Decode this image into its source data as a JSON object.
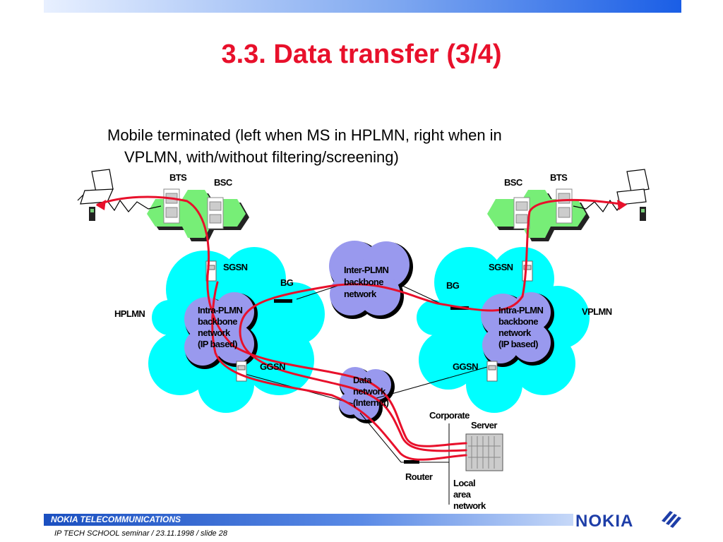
{
  "slide": {
    "title": "3.3. Data transfer (3/4)",
    "subtitle_line1": "Mobile terminated (left when MS in HPLMN, right when in",
    "subtitle_line2": "VPLMN, with/without filtering/screening)"
  },
  "diagram": {
    "left": {
      "bts": "BTS",
      "bsc": "BSC",
      "sgsn": "SGSN",
      "bg": "BG",
      "plmn": "HPLMN",
      "backbone_line1": "Intra-PLMN",
      "backbone_line2": "backbone",
      "backbone_line3": "network",
      "backbone_line4": "(IP based)",
      "ggsn": "GGSN"
    },
    "right": {
      "bts": "BTS",
      "bsc": "BSC",
      "sgsn": "SGSN",
      "bg": "BG",
      "plmn": "VPLMN",
      "backbone_line1": "Intra-PLMN",
      "backbone_line2": "backbone",
      "backbone_line3": "network",
      "backbone_line4": "(IP based)",
      "ggsn": "GGSN"
    },
    "inter_plmn_line1": "Inter-PLMN",
    "inter_plmn_line2": "backbone",
    "inter_plmn_line3": "network",
    "data_network_line1": "Data",
    "data_network_line2": "network",
    "data_network_line3": "(Internet)",
    "corporate": "Corporate",
    "server": "Server",
    "router": "Router",
    "lan_line1": "Local",
    "lan_line2": "area",
    "lan_line3": "network"
  },
  "footer": {
    "company": "NOKIA TELECOMMUNICATIONS",
    "slide_info": "IP TECH SCHOOL seminar / 23.11.1998  /  slide  28",
    "logo_text": "NOKIA"
  },
  "colors": {
    "title": "#e8102b",
    "plmn_cloud": "#00ffff",
    "backbone_cloud": "#9999ee",
    "bss_green": "#77ee77",
    "path": "#e8102b",
    "logo": "#1e3ea8"
  }
}
